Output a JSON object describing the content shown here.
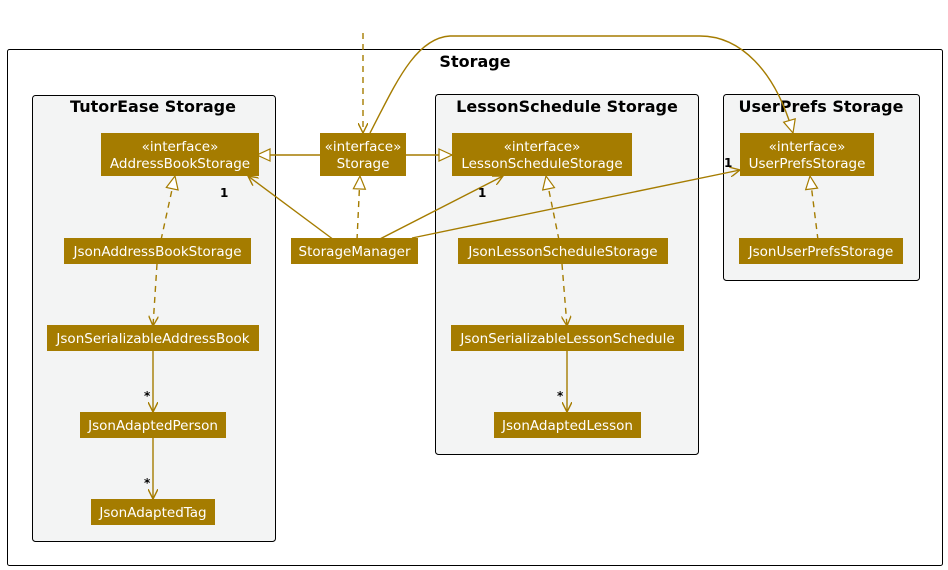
{
  "colors": {
    "class_fill": "#a57c00",
    "class_text": "#ffffff",
    "edge": "#a57c00",
    "package_fill": "#f3f4f4",
    "frame_fill": "#ffffff",
    "border": "#000000"
  },
  "frame": {
    "title": "Storage"
  },
  "packages": {
    "tutorease": {
      "title": "TutorEase Storage"
    },
    "lessonschedule": {
      "title": "LessonSchedule Storage"
    },
    "userprefs": {
      "title": "UserPrefs Storage"
    }
  },
  "classes": {
    "storage": {
      "stereotype": "«interface»",
      "name": "Storage"
    },
    "address_book_storage": {
      "stereotype": "«interface»",
      "name": "AddressBookStorage"
    },
    "lesson_schedule_storage": {
      "stereotype": "«interface»",
      "name": "LessonScheduleStorage"
    },
    "user_prefs_storage": {
      "stereotype": "«interface»",
      "name": "UserPrefsStorage"
    },
    "storage_manager": {
      "name": "StorageManager"
    },
    "json_address_book_storage": {
      "name": "JsonAddressBookStorage"
    },
    "json_serializable_address_book": {
      "name": "JsonSerializableAddressBook"
    },
    "json_adapted_person": {
      "name": "JsonAdaptedPerson"
    },
    "json_adapted_tag": {
      "name": "JsonAdaptedTag"
    },
    "json_lesson_schedule_storage": {
      "name": "JsonLessonScheduleStorage"
    },
    "json_serializable_lesson_schedule": {
      "name": "JsonSerializableLessonSchedule"
    },
    "json_adapted_lesson": {
      "name": "JsonAdaptedLesson"
    },
    "json_user_prefs_storage": {
      "name": "JsonUserPrefsStorage"
    }
  },
  "multiplicities": {
    "address_book": "1",
    "lesson_schedule": "1",
    "user_prefs": "1",
    "person": "*",
    "tag": "*",
    "lesson": "*"
  }
}
